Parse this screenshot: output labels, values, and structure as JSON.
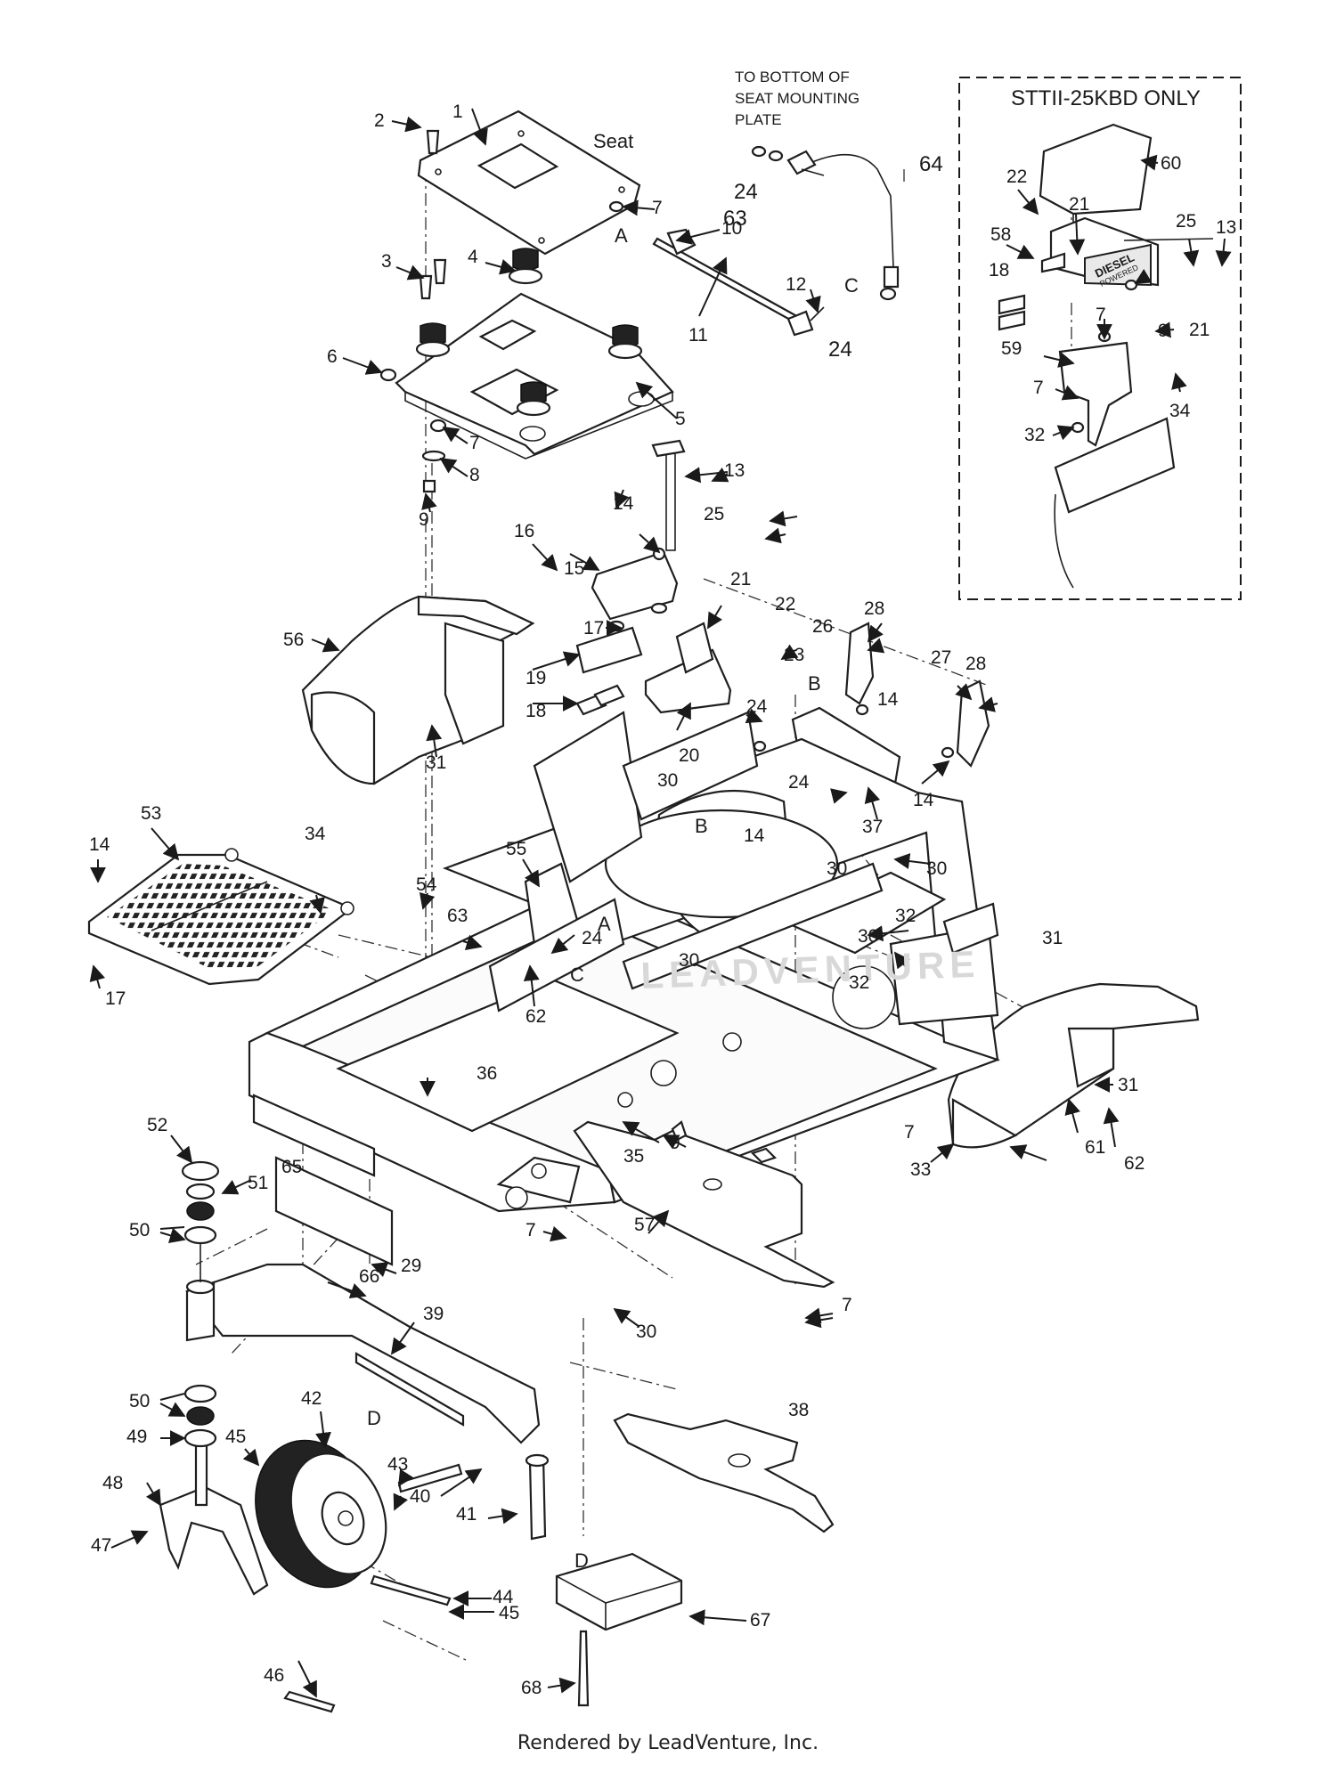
{
  "notes": {
    "to_bottom": [
      "TO BOTTOM OF",
      "SEAT MOUNTING",
      "PLATE"
    ],
    "seat": "Seat",
    "inset_title": "STTII-25KBD ONLY",
    "decal_line1": "DIESEL",
    "decal_line2": "POWERED"
  },
  "ref_letters": [
    {
      "id": "A",
      "text": "A"
    },
    {
      "id": "A2",
      "text": "A"
    },
    {
      "id": "B",
      "text": "B"
    },
    {
      "id": "B2",
      "text": "B"
    },
    {
      "id": "C",
      "text": "C"
    },
    {
      "id": "C2",
      "text": "C"
    },
    {
      "id": "D",
      "text": "D"
    },
    {
      "id": "D2",
      "text": "D"
    }
  ],
  "callouts": [
    "1",
    "2",
    "3",
    "4",
    "5",
    "6",
    "7",
    "8",
    "9",
    "10",
    "11",
    "12",
    "13",
    "14",
    "15",
    "16",
    "17",
    "18",
    "19",
    "20",
    "21",
    "22",
    "23",
    "24",
    "25",
    "26",
    "27",
    "28",
    "29",
    "30",
    "31",
    "32",
    "33",
    "34",
    "35",
    "36",
    "37",
    "38",
    "39",
    "40",
    "41",
    "42",
    "43",
    "44",
    "45",
    "46",
    "47",
    "48",
    "49",
    "50",
    "51",
    "52",
    "53",
    "54",
    "55",
    "56",
    "57",
    "58",
    "59",
    "60",
    "61",
    "62",
    "63",
    "64",
    "65",
    "66",
    "67",
    "68"
  ],
  "footer": "Rendered by LeadVenture, Inc.",
  "watermark": "LEADVENTURE"
}
